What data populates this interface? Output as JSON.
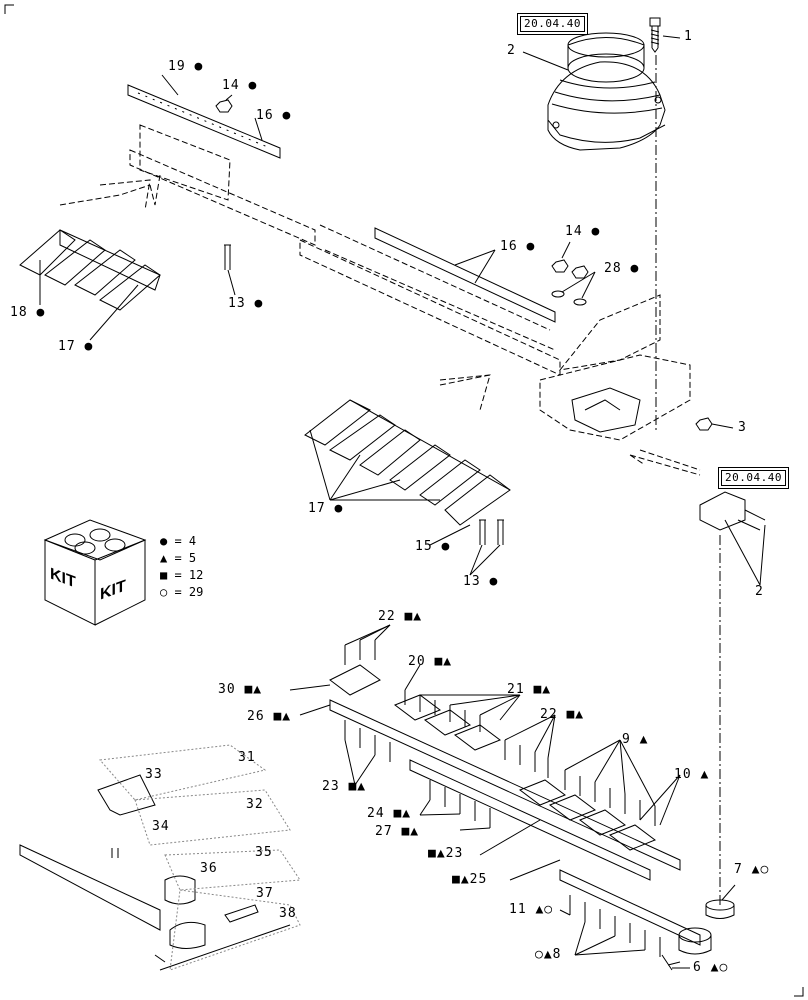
{
  "ref_boxes": [
    "20.04.40",
    "20.04.40"
  ],
  "labels": {
    "l1": "1",
    "l2a": "2",
    "l2b": "2",
    "l3": "3",
    "l19": "19 ●",
    "l14a": "14 ●",
    "l16a": "16 ●",
    "l16b": "16 ●",
    "l14b": "14 ●",
    "l28": "28 ●",
    "l18": "18 ●",
    "l17a": "17 ●",
    "l13a": "13 ●",
    "l17b": "17 ●",
    "l15": "15 ●",
    "l13b": "13 ●",
    "l22a": "22 ■▲",
    "l20": "20 ■▲",
    "l30": "30 ■▲",
    "l21": "21 ■▲",
    "l26": "26 ■▲",
    "l22b": "22 ■▲",
    "l9": "9 ▲",
    "l23a": "23 ■▲",
    "l10": "10 ▲",
    "l24": "24 ■▲",
    "l27": "27 ■▲",
    "l23b": "■▲23",
    "l25": "■▲25",
    "l7": "7 ▲○",
    "l11": "11 ▲○",
    "l8": "○▲8",
    "l6": "6 ▲○",
    "l31": "31",
    "l33": "33",
    "l32": "32",
    "l34": "34",
    "l35": "35",
    "l36": "36",
    "l37": "37",
    "l38": "38"
  },
  "legend": [
    {
      "symbol": "●",
      "text": "= 4"
    },
    {
      "symbol": "▲",
      "text": "= 5"
    },
    {
      "symbol": "■",
      "text": "= 12"
    },
    {
      "symbol": "○",
      "text": "= 29"
    }
  ],
  "kit_text": [
    "KIT",
    "KIT"
  ]
}
